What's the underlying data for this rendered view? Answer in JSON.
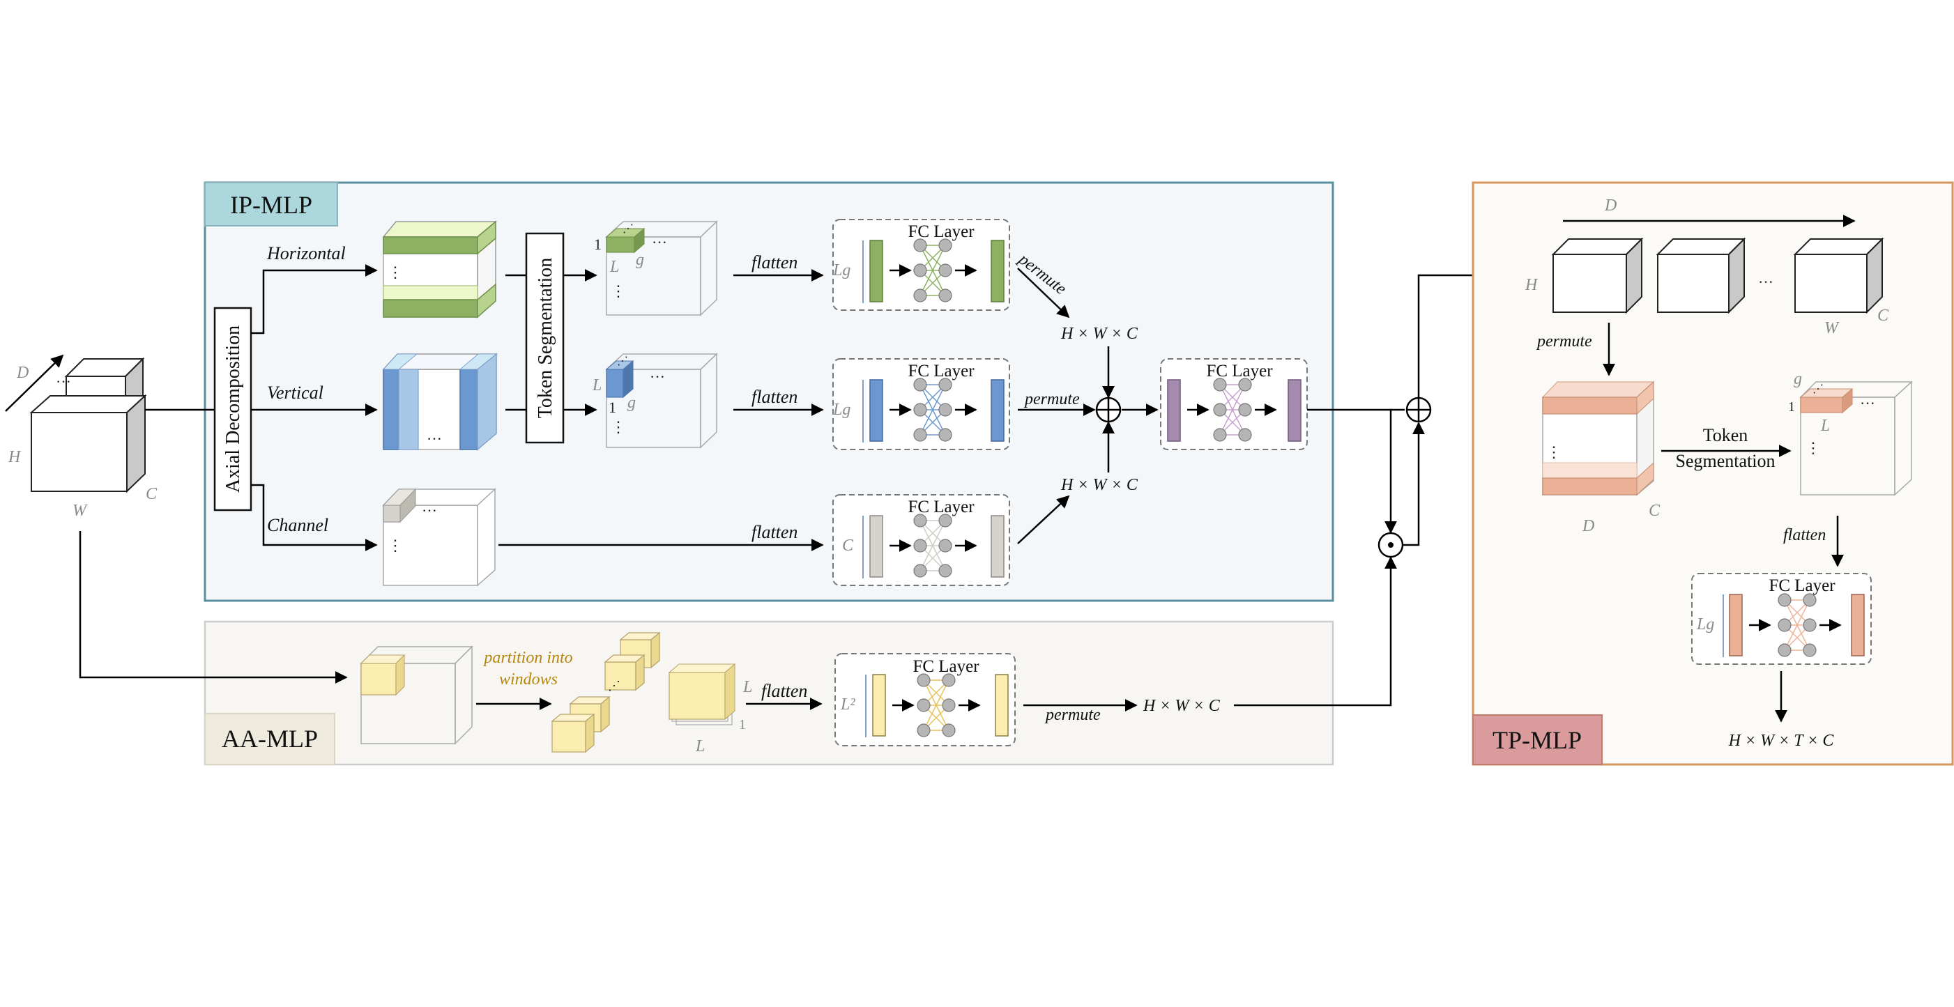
{
  "input": {
    "dim_d": "D",
    "dim_h": "H",
    "dim_w": "W",
    "dim_c": "C"
  },
  "ip_mlp": {
    "title": "IP-MLP",
    "axial_label": "Axial Decomposition",
    "token_label": "Token Segmentation",
    "branches": {
      "horizontal": "Horizontal",
      "vertical": "Vertical",
      "channel": "Channel"
    },
    "token_dims": {
      "one": "1",
      "l": "L",
      "g": "g",
      "dots": "···"
    },
    "flatten_label": "flatten",
    "fc_label": "FC Layer",
    "in_labels": {
      "h": "Lg",
      "v": "Lg",
      "c": "C"
    },
    "permute_label": "permute",
    "shape_top": "H × W × C",
    "shape_bottom": "H × W × C"
  },
  "aa_mlp": {
    "title": "AA-MLP",
    "partition_label_1": "partition into",
    "partition_label_2": "windows",
    "flatten_label": "flatten",
    "fc_label": "FC Layer",
    "in_label": "L²",
    "permute_label": "permute",
    "shape": "H × W × C",
    "dim_l_side": "L",
    "dim_l_bottom": "L",
    "dim_one": "1"
  },
  "tp_mlp": {
    "title": "TP-MLP",
    "d_top": "D",
    "h_left": "H",
    "w_label": "W",
    "c_label": "C",
    "dots": "···",
    "permute_label": "permute",
    "token_label_1": "Token",
    "token_label_2": "Segmentation",
    "d_bottom": "D",
    "c_bottom": "C",
    "g_label": "g",
    "one_label": "1",
    "l_label": "L",
    "flatten_label": "flatten",
    "fc_label": "FC Layer",
    "in_label": "Lg",
    "output_shape": "H × W × T × C"
  },
  "colors": {
    "ip_bg": "#f3f7fa",
    "ip_border": "#5a8fa0",
    "ip_title_bg": "#acd8dd",
    "aa_bg": "#f7f6f3",
    "aa_border": "#cccccc",
    "aa_title_bg": "#eeeadd",
    "tp_bg": "#fcfaf7",
    "tp_border": "#d7955e",
    "tp_title_bg": "#d99b9b",
    "green": "#8db163",
    "light_green": "#eef7cc",
    "blue": "#6b98d0",
    "light_blue": "#a8c6e6",
    "beige": "#fbecb0",
    "purple": "#a58bb0",
    "orange": "#ebb196",
    "grey_bar": "#d5d3cc",
    "partition_text": "#b8860b"
  }
}
